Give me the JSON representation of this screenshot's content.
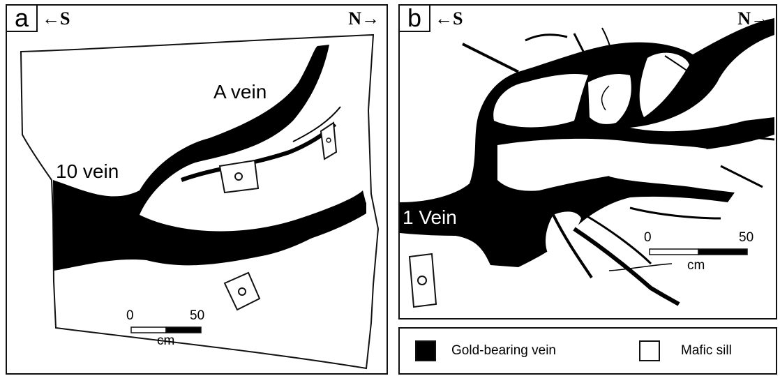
{
  "panel_a": {
    "label": "a",
    "dir_south": "←S",
    "dir_north": "N→",
    "label_vein_a": "A vein",
    "label_vein_10": "10 vein",
    "scale_zero": "0",
    "scale_max": "50",
    "scale_unit": "cm"
  },
  "panel_b": {
    "label": "b",
    "dir_south": "←S",
    "dir_north": "N→",
    "label_vein_1": "1 Vein",
    "scale_zero": "0",
    "scale_max": "50",
    "scale_unit": "cm"
  },
  "legend": {
    "vein_label": "Gold-bearing vein",
    "sill_label": "Mafic sill"
  },
  "colors": {
    "vein": "#000000",
    "sill": "#ffffff",
    "line": "#111111"
  }
}
